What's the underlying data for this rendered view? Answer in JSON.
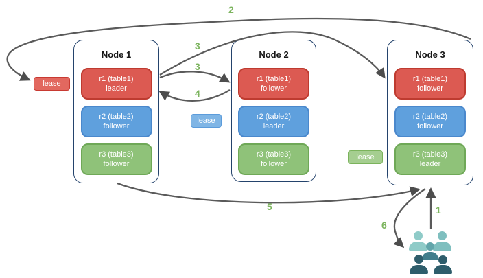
{
  "nodes": [
    {
      "title": "Node 1",
      "replicas": [
        {
          "range": "r1 (table1)",
          "role": "leader",
          "color": "#DC5A52"
        },
        {
          "range": "r2 (table2)",
          "role": "follower",
          "color": "#5FA0DD"
        },
        {
          "range": "r3 (table3)",
          "role": "follower",
          "color": "#8FC279"
        }
      ]
    },
    {
      "title": "Node 2",
      "replicas": [
        {
          "range": "r1 (table1)",
          "role": "follower",
          "color": "#DC5A52"
        },
        {
          "range": "r2 (table2)",
          "role": "leader",
          "color": "#5FA0DD"
        },
        {
          "range": "r3 (table3)",
          "role": "follower",
          "color": "#8FC279"
        }
      ]
    },
    {
      "title": "Node 3",
      "replicas": [
        {
          "range": "r1 (table1)",
          "role": "follower",
          "color": "#DC5A52"
        },
        {
          "range": "r2 (table2)",
          "role": "follower",
          "color": "#5FA0DD"
        },
        {
          "range": "r3 (table3)",
          "role": "leader",
          "color": "#8FC279"
        }
      ]
    }
  ],
  "leases": [
    {
      "label": "lease",
      "color": "#E2685F"
    },
    {
      "label": "lease",
      "color": "#7FB5E5"
    },
    {
      "label": "lease",
      "color": "#A5CE90"
    }
  ],
  "steps": {
    "step1": "1",
    "step2": "2",
    "step3a": "3",
    "step3b": "3",
    "step4": "4",
    "step5": "5",
    "step6": "6"
  },
  "icons": {
    "clients": "users-group-icon"
  },
  "colors": {
    "arrow": "#5a5a5a",
    "step_number": "#7CB45E",
    "node_border": "#24436c",
    "red_fill": "#DC5A52",
    "red_border": "#BE3B30",
    "blue_fill": "#5FA0DD",
    "blue_border": "#4A88CC",
    "green_fill": "#8FC279",
    "green_border": "#6FA857",
    "people_light_teal": "#8FCBC8",
    "people_mid_teal": "#4E8C96",
    "people_dark_teal": "#2E5D6B"
  }
}
